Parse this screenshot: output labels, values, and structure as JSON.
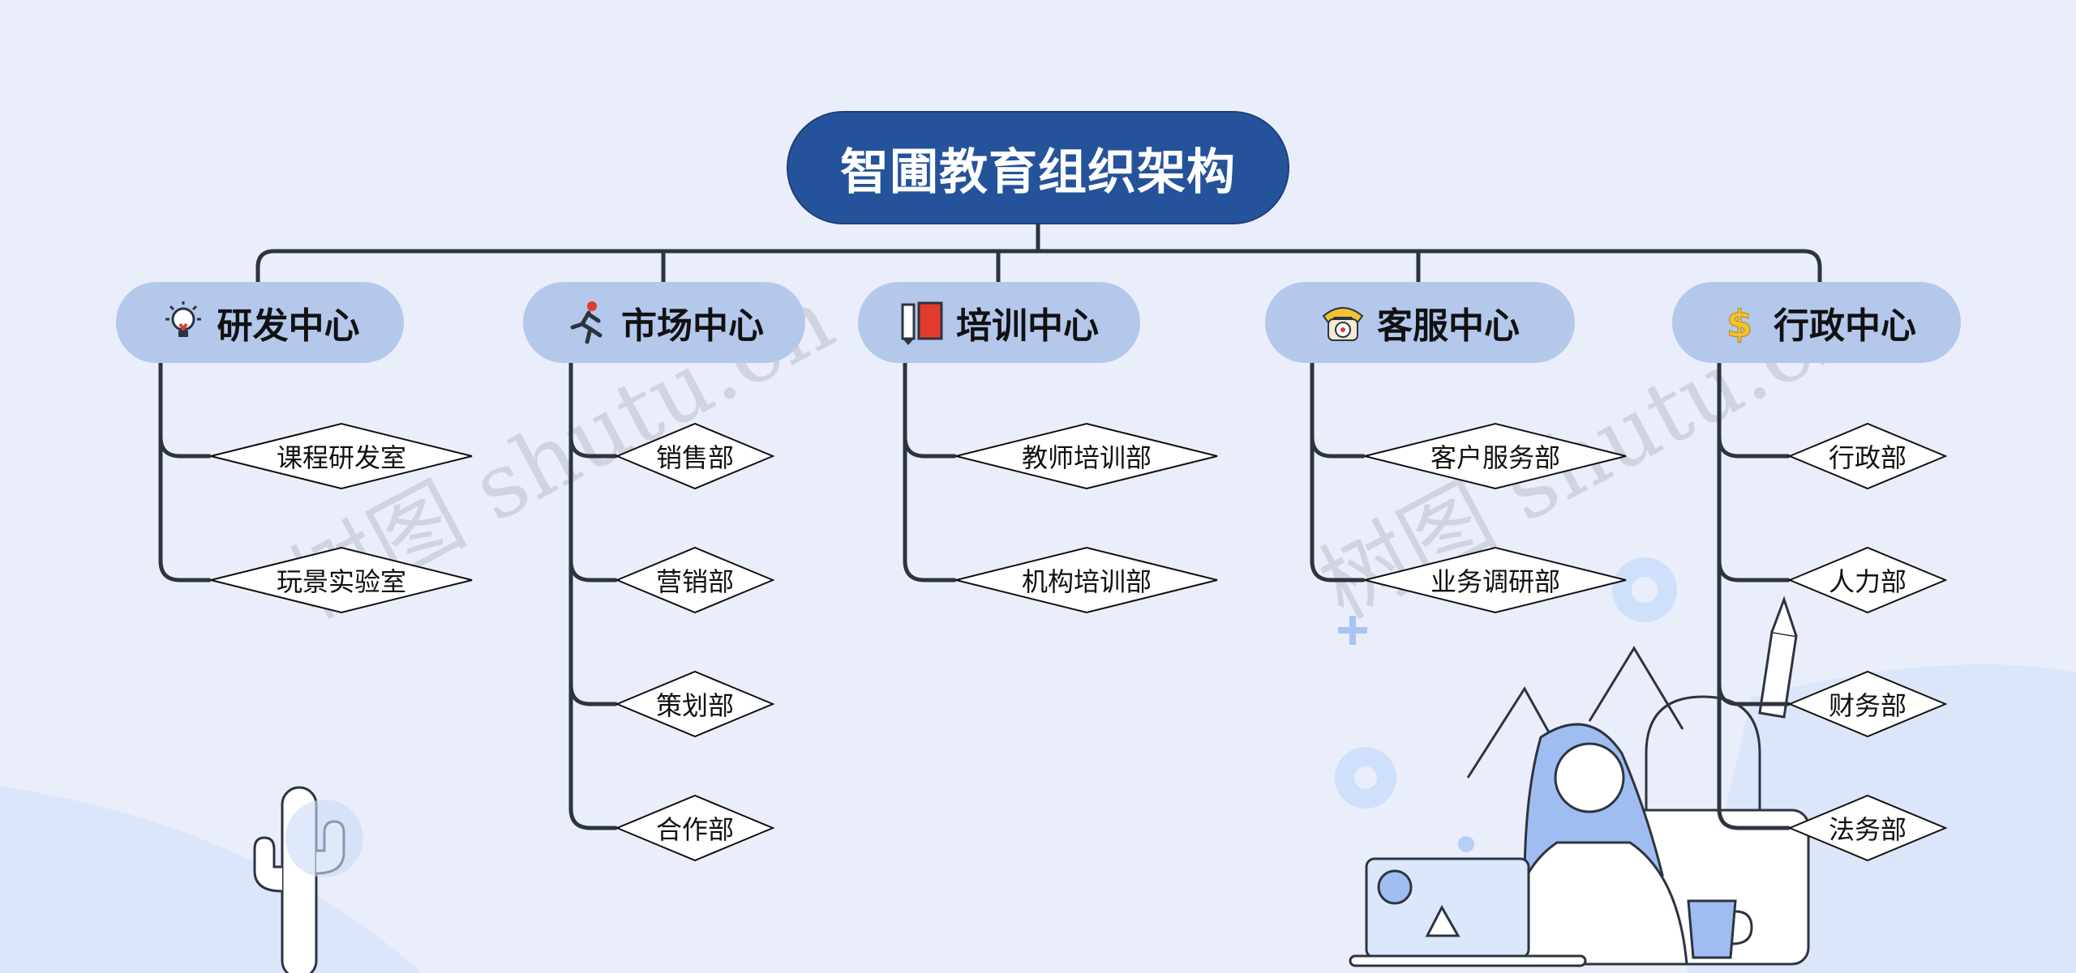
{
  "root": {
    "label": "智圃教育组织架构"
  },
  "colors": {
    "background": "#e9eefa",
    "root_fill": "#25539b",
    "center_fill": "#b4c8ec",
    "line": "#2c3440",
    "accent_red": "#e23b2e",
    "accent_yellow": "#f2c230"
  },
  "centers": [
    {
      "label": "研发中心",
      "icon": "lightbulb-icon",
      "departments": [
        "课程研发室",
        "玩景实验室"
      ]
    },
    {
      "label": "市场中心",
      "icon": "running-person-icon",
      "departments": [
        "销售部",
        "营销部",
        "策划部",
        "合作部"
      ]
    },
    {
      "label": "培训中心",
      "icon": "pencil-book-icon",
      "departments": [
        "教师培训部",
        "机构培训部"
      ]
    },
    {
      "label": "客服中心",
      "icon": "telephone-icon",
      "departments": [
        "客户服务部",
        "业务调研部"
      ]
    },
    {
      "label": "行政中心",
      "icon": "dollar-coin-icon",
      "departments": [
        "行政部",
        "人力部",
        "财务部",
        "法务部"
      ]
    }
  ],
  "watermarks": [
    "树图 shutu.cn",
    "树图 shutu.cn"
  ]
}
